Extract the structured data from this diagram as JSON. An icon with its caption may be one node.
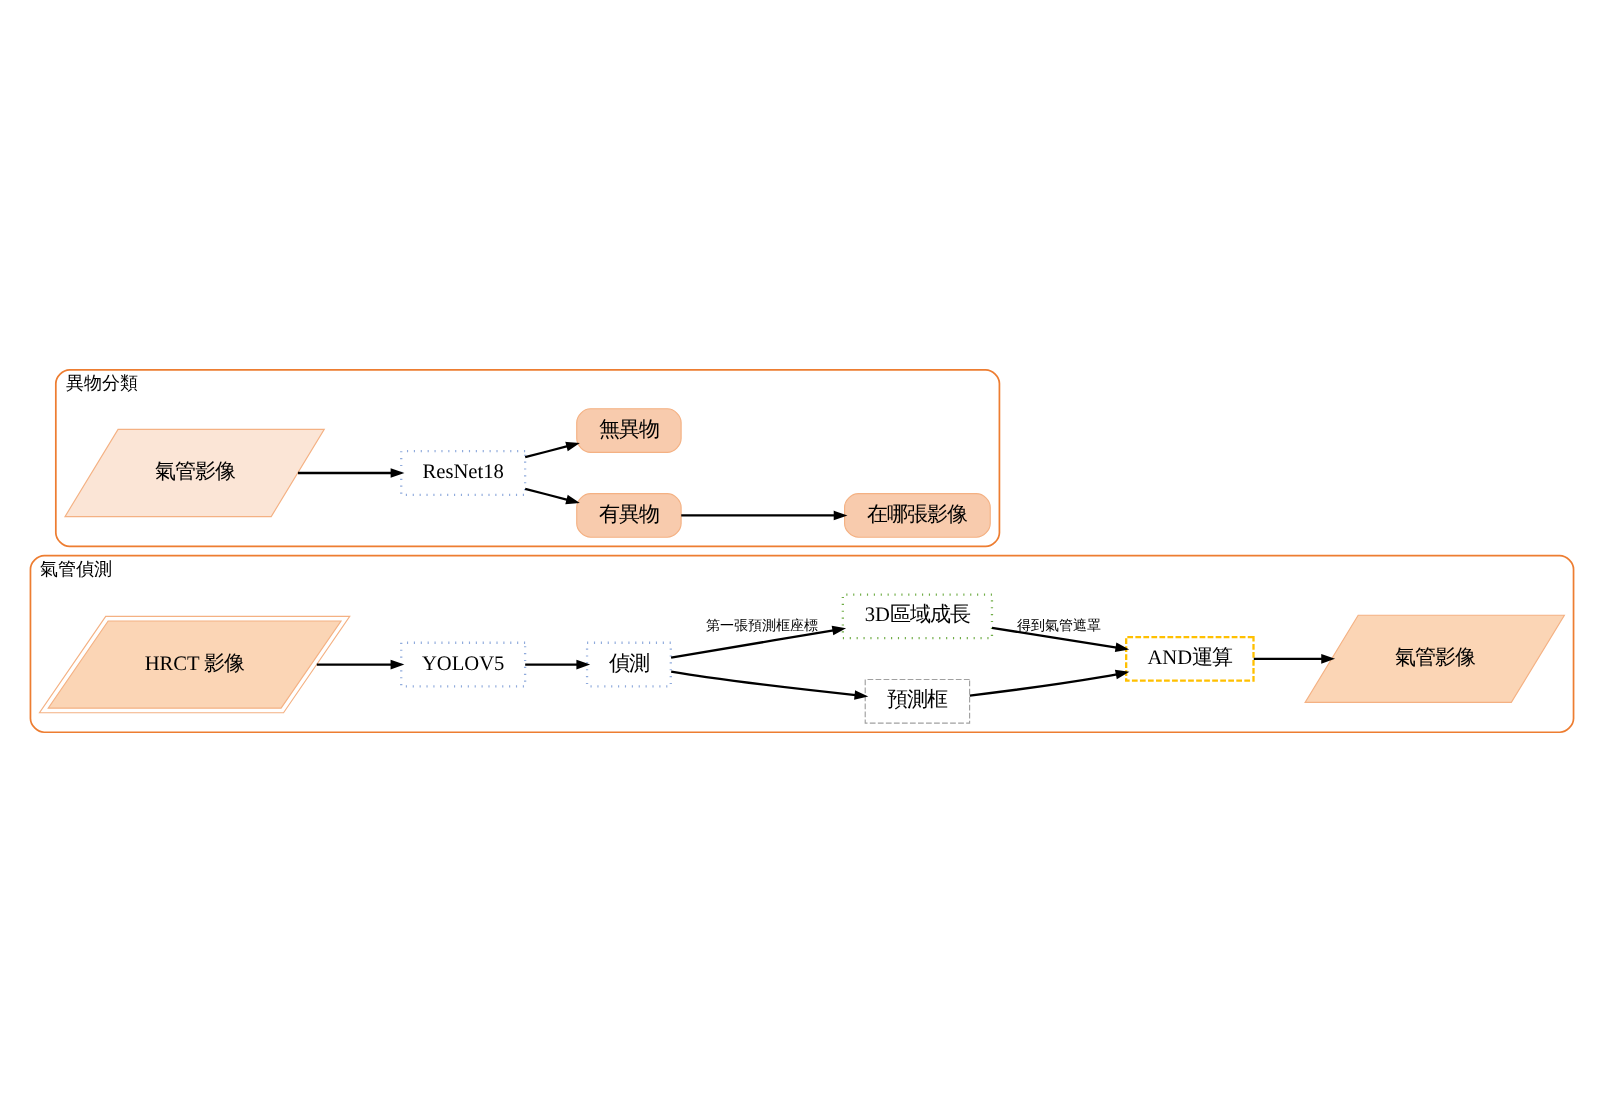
{
  "diagram": {
    "nodes": [
      {
        "text": [
          "氣管偵測"
        ]
      },
      {
        "text": [
          "HRCT 影像"
        ],
        "in": 0
      },
      {
        "text": [
          "YOLOV5"
        ],
        "in": 0
      },
      {
        "text": [
          "偵測"
        ],
        "in": 0
      },
      {
        "text": [
          "預測框"
        ],
        "in": 0
      },
      {
        "text": [
          "3D區域成長"
        ],
        "in": 0
      },
      {
        "text": [
          "AND運算"
        ],
        "in": 0
      },
      {
        "text": [
          "氣管影像"
        ],
        "in": 0
      },
      {
        "text": [
          "異物分類"
        ]
      },
      {
        "text": [
          "氣管影像"
        ],
        "in": 8
      },
      {
        "text": [
          "ResNet18"
        ],
        "in": 8
      },
      {
        "text": [
          "有異物"
        ],
        "in": 8
      },
      {
        "text": [
          "無異物"
        ],
        "in": 8
      },
      {
        "text": [
          "在哪張影像"
        ],
        "in": 8
      }
    ],
    "edges": [
      {
        "from": 1,
        "to": 2,
        "arrow": "to"
      },
      {
        "from": 2,
        "to": 3,
        "arrow": "to"
      },
      {
        "from": 3,
        "to": 4,
        "arrow": "to"
      },
      {
        "from": 3,
        "to": 5,
        "arrow": "to",
        "label": "第一張預測框座標"
      },
      {
        "from": 4,
        "to": 6,
        "arrow": "to"
      },
      {
        "from": 5,
        "to": 6,
        "arrow": "to",
        "label": "得到氣管遮罩"
      },
      {
        "from": 6,
        "to": 7,
        "arrow": "to"
      },
      {
        "from": 9,
        "to": 10,
        "arrow": "to"
      },
      {
        "from": 10,
        "to": 11,
        "arrow": "to"
      },
      {
        "from": 10,
        "to": 12,
        "arrow": "to"
      },
      {
        "from": 11,
        "to": 13,
        "arrow": "to"
      }
    ]
  }
}
